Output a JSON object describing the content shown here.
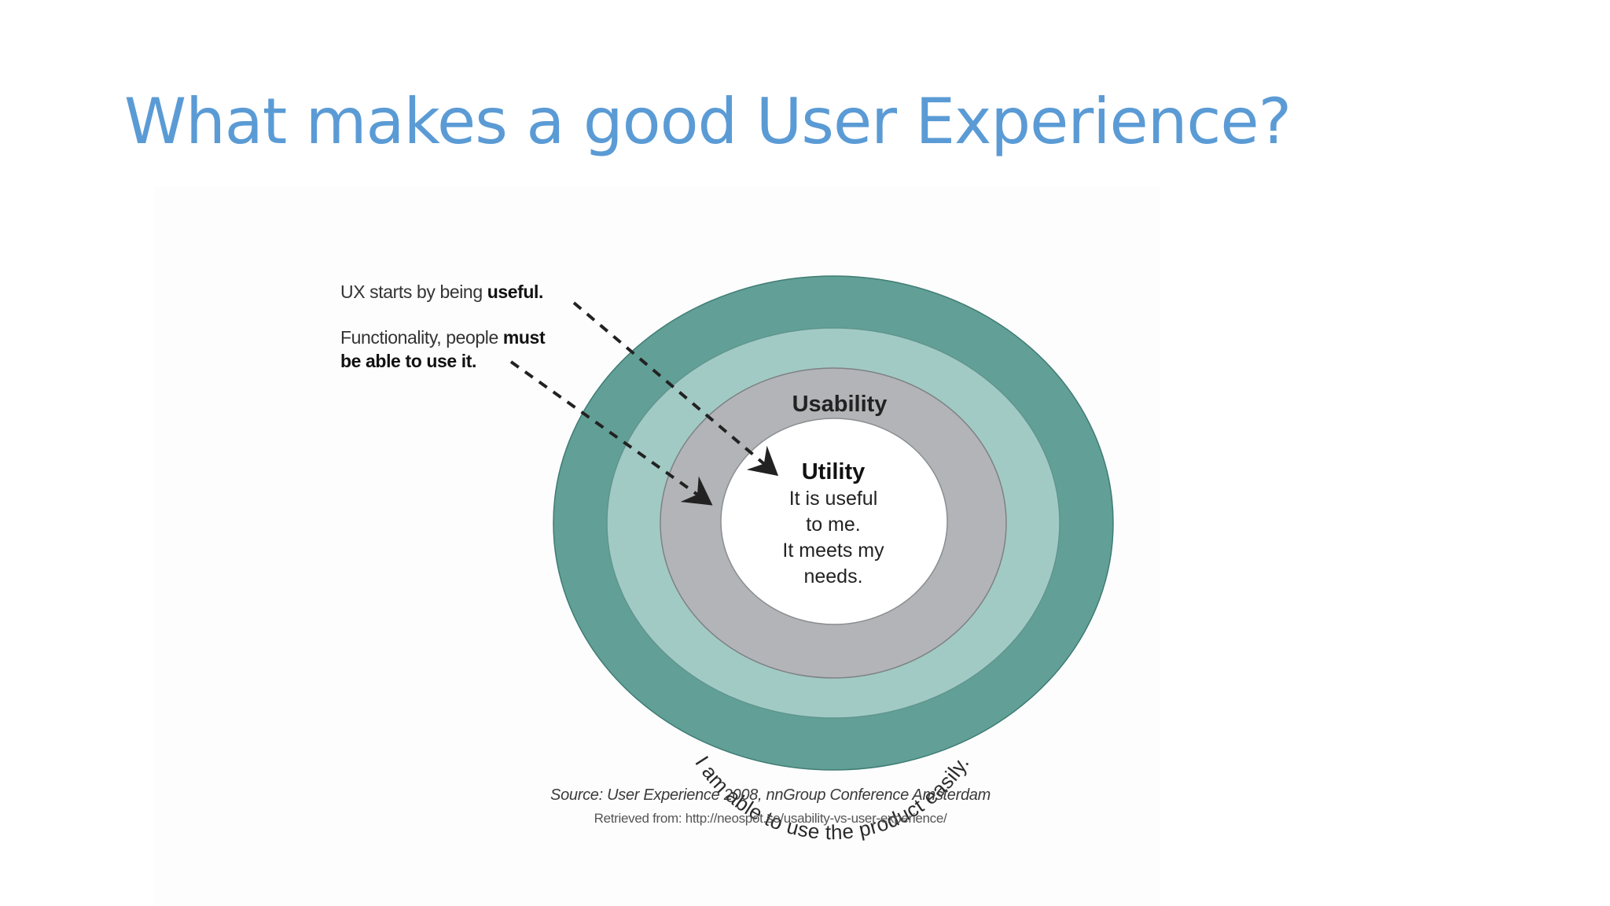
{
  "slide": {
    "title": "What makes a good User Experience?",
    "title_color": "#5b9bd5"
  },
  "diagram": {
    "callouts": [
      {
        "text_plain": "UX starts by being ",
        "text_bold": "useful."
      },
      {
        "line1_plain": "Functionality, people ",
        "line1_bold": "must",
        "line2_bold": "be able to use it."
      }
    ],
    "rings": {
      "outer_color": "#62a097",
      "middle_color": "#a2cac4",
      "usability_color": "#b2b4b7",
      "core_color": "#ffffff"
    },
    "usability_label": "Usability",
    "usability_caption": "I am able to use the product easily.",
    "utility_label": "Utility",
    "utility_lines": [
      "It is useful",
      "to me.",
      "It meets my",
      "needs."
    ],
    "source": "Source: User Experience 2008, nnGroup Conference Amsterdam",
    "retrieved": "Retrieved from: http://neospot.se/usability-vs-user-experience/"
  }
}
